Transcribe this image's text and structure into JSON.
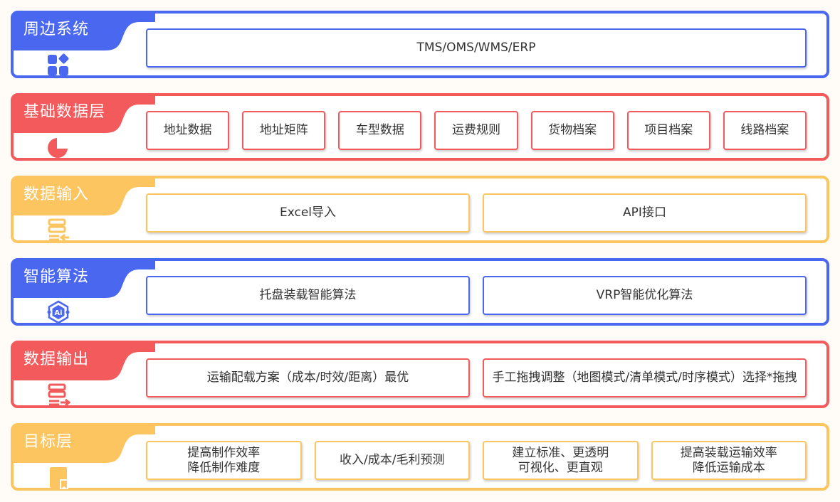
{
  "colors": {
    "blue": "#4a67f0",
    "red": "#f25a5b",
    "yellow": "#fdc55f"
  },
  "layers": [
    {
      "title": "周边系统",
      "icon": "apps-grid-icon",
      "items": [
        "TMS/OMS/WMS/ERP"
      ]
    },
    {
      "title": "基础数据层",
      "icon": "pie-chart-icon",
      "items": [
        "地址数据",
        "地址矩阵",
        "车型数据",
        "运费规则",
        "货物档案",
        "项目档案",
        "线路档案"
      ]
    },
    {
      "title": "数据输入",
      "icon": "list-import-icon",
      "items": [
        "Excel导入",
        "API接口"
      ]
    },
    {
      "title": "智能算法",
      "icon": "ai-chip-icon",
      "items": [
        "托盘装载智能算法",
        "VRP智能优化算法"
      ]
    },
    {
      "title": "数据输出",
      "icon": "list-export-icon",
      "items": [
        "运输配载方案（成本/时效/距离）最优",
        "手工拖拽调整（地图模式/清单模式/时序模式）选择*拖拽"
      ]
    },
    {
      "title": "目标层",
      "icon": "bookmark-doc-icon",
      "items": [
        "提高制作效率\n降低制作难度",
        "收入/成本/毛利预测",
        "建立标准、更透明\n可视化、更直观",
        "提高装载运输效率\n降低运输成本"
      ]
    }
  ]
}
